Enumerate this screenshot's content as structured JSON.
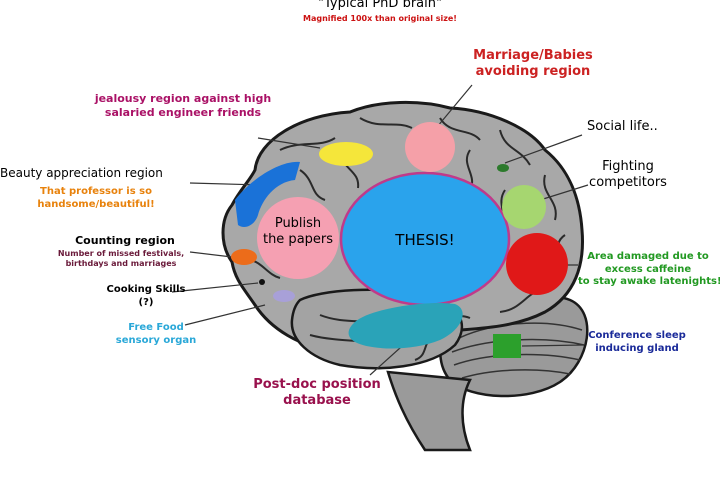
{
  "title": "\"Typical PhD brain\"",
  "subtitle": "Magnified 100x than original size!",
  "colors": {
    "title": "#000000",
    "subtitle": "#cc1111",
    "marriage": "#cc2222",
    "jealousy": "#aa1166",
    "beauty_sub": "#e8820c",
    "counting_sub": "#6a1a3a",
    "free_food": "#2aa8d8",
    "postdoc": "#99114d",
    "caffeine": "#229922",
    "conference": "#1a2a99"
  },
  "regions": {
    "thesis": "THESIS!",
    "publish": {
      "line1": "Publish",
      "line2": "the papers"
    }
  },
  "labels": {
    "marriage": {
      "line1": "Marriage/Babies",
      "line2": "avoiding region"
    },
    "jealousy": {
      "line1": "jealousy region against high",
      "line2": "salaried engineer friends"
    },
    "social": "Social life..",
    "fighting": {
      "line1": "Fighting",
      "line2": "competitors"
    },
    "beauty": "Beauty appreciation region",
    "beauty_sub": {
      "line1": "That professor is so",
      "line2": "handsome/beautiful!"
    },
    "counting": "Counting region",
    "counting_sub": {
      "line1": "Number of missed festivals,",
      "line2": "birthdays and marriages"
    },
    "caffeine": {
      "line1": "Area damaged due to",
      "line2": "excess caffeine",
      "line3": "to stay awake latenights!"
    },
    "cooking": {
      "line1": "Cooking Skills",
      "line2": "(?)"
    },
    "free_food": {
      "line1": "Free Food",
      "line2": "sensory organ"
    },
    "conference": {
      "line1": "Conference sleep",
      "line2": "inducing gland"
    },
    "postdoc": {
      "line1": "Post-doc position",
      "line2": "database"
    }
  }
}
